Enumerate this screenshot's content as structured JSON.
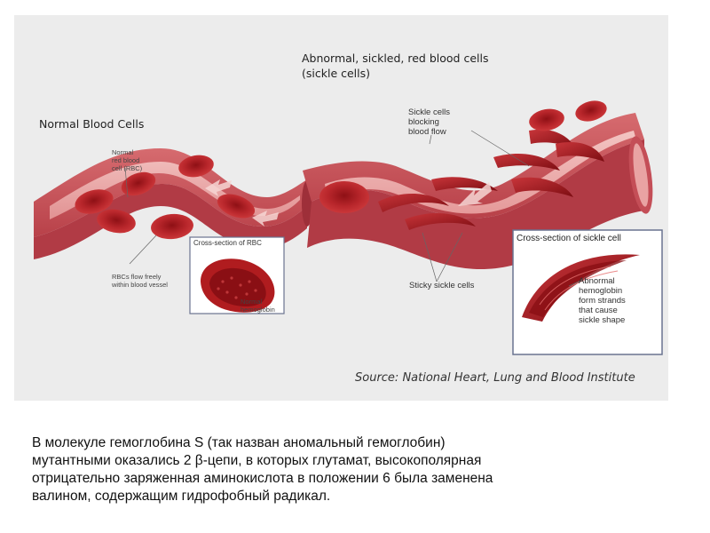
{
  "figure": {
    "normal_title": "Normal Blood Cells",
    "normal_rbc_label": [
      "Normal",
      "red blood",
      "cell (RBC)"
    ],
    "rbc_flow_label": [
      "RBCs flow freely",
      "within blood vessel"
    ],
    "cross_section_rbc_title": "Cross-section of RBC",
    "normal_hemoglobin_label": [
      "Normal",
      "hemoglobin"
    ],
    "abnormal_title": [
      "Abnormal, sickled, red blood cells",
      "(sickle cells)"
    ],
    "blocking_label": [
      "Sickle cells",
      "blocking",
      "blood flow"
    ],
    "sticky_label": "Sticky sickle cells",
    "cross_section_sickle_title": "Cross-section of sickle cell",
    "abnormal_hemoglobin_label": [
      "Abnormal",
      "hemoglobin",
      "form strands",
      "that cause",
      "sickle shape"
    ],
    "source": "Source: National Heart, Lung and Blood Institute"
  },
  "caption": {
    "lines": [
      "В молекуле гемоглобина  S (так назван аномальный  гемоглобин)",
      "мутантными  оказались 2 β-цепи, в которых глутамат, высокополярная",
      "отрицательно  заряженная  аминокислота  в положении  6 была заменена",
      "валином,  содержащим гидрофобный  радикал."
    ]
  },
  "colors": {
    "vessel_outer": "#c7525b",
    "vessel_inner": "#e9a3a3",
    "cell_red": "#b01c1f",
    "cell_dark": "#7d0d12",
    "panel_bg": "#ececec",
    "box_border": "#6a7390"
  }
}
